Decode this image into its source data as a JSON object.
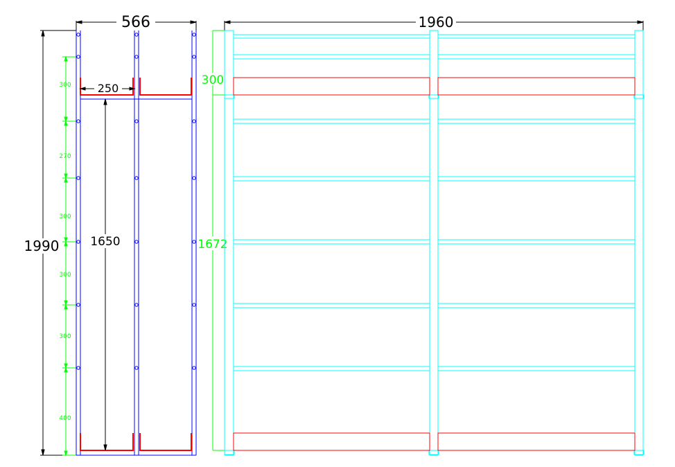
{
  "colors": {
    "background": "#ffffff",
    "dimension": "#000000",
    "side_frame": "#0000ff",
    "front_frame": "#00ffff",
    "baskets": "#ff0000",
    "green_dims": "#00ff00"
  },
  "side_view": {
    "overall_width": "566",
    "overall_height": "1990",
    "basket_width": "250",
    "inner_height": "1650",
    "spacing_labels": [
      "300",
      "270",
      "300",
      "300",
      "300",
      "400"
    ]
  },
  "front_view": {
    "overall_width": "1960",
    "top_section_height": "300",
    "lower_section_height": "1672"
  }
}
